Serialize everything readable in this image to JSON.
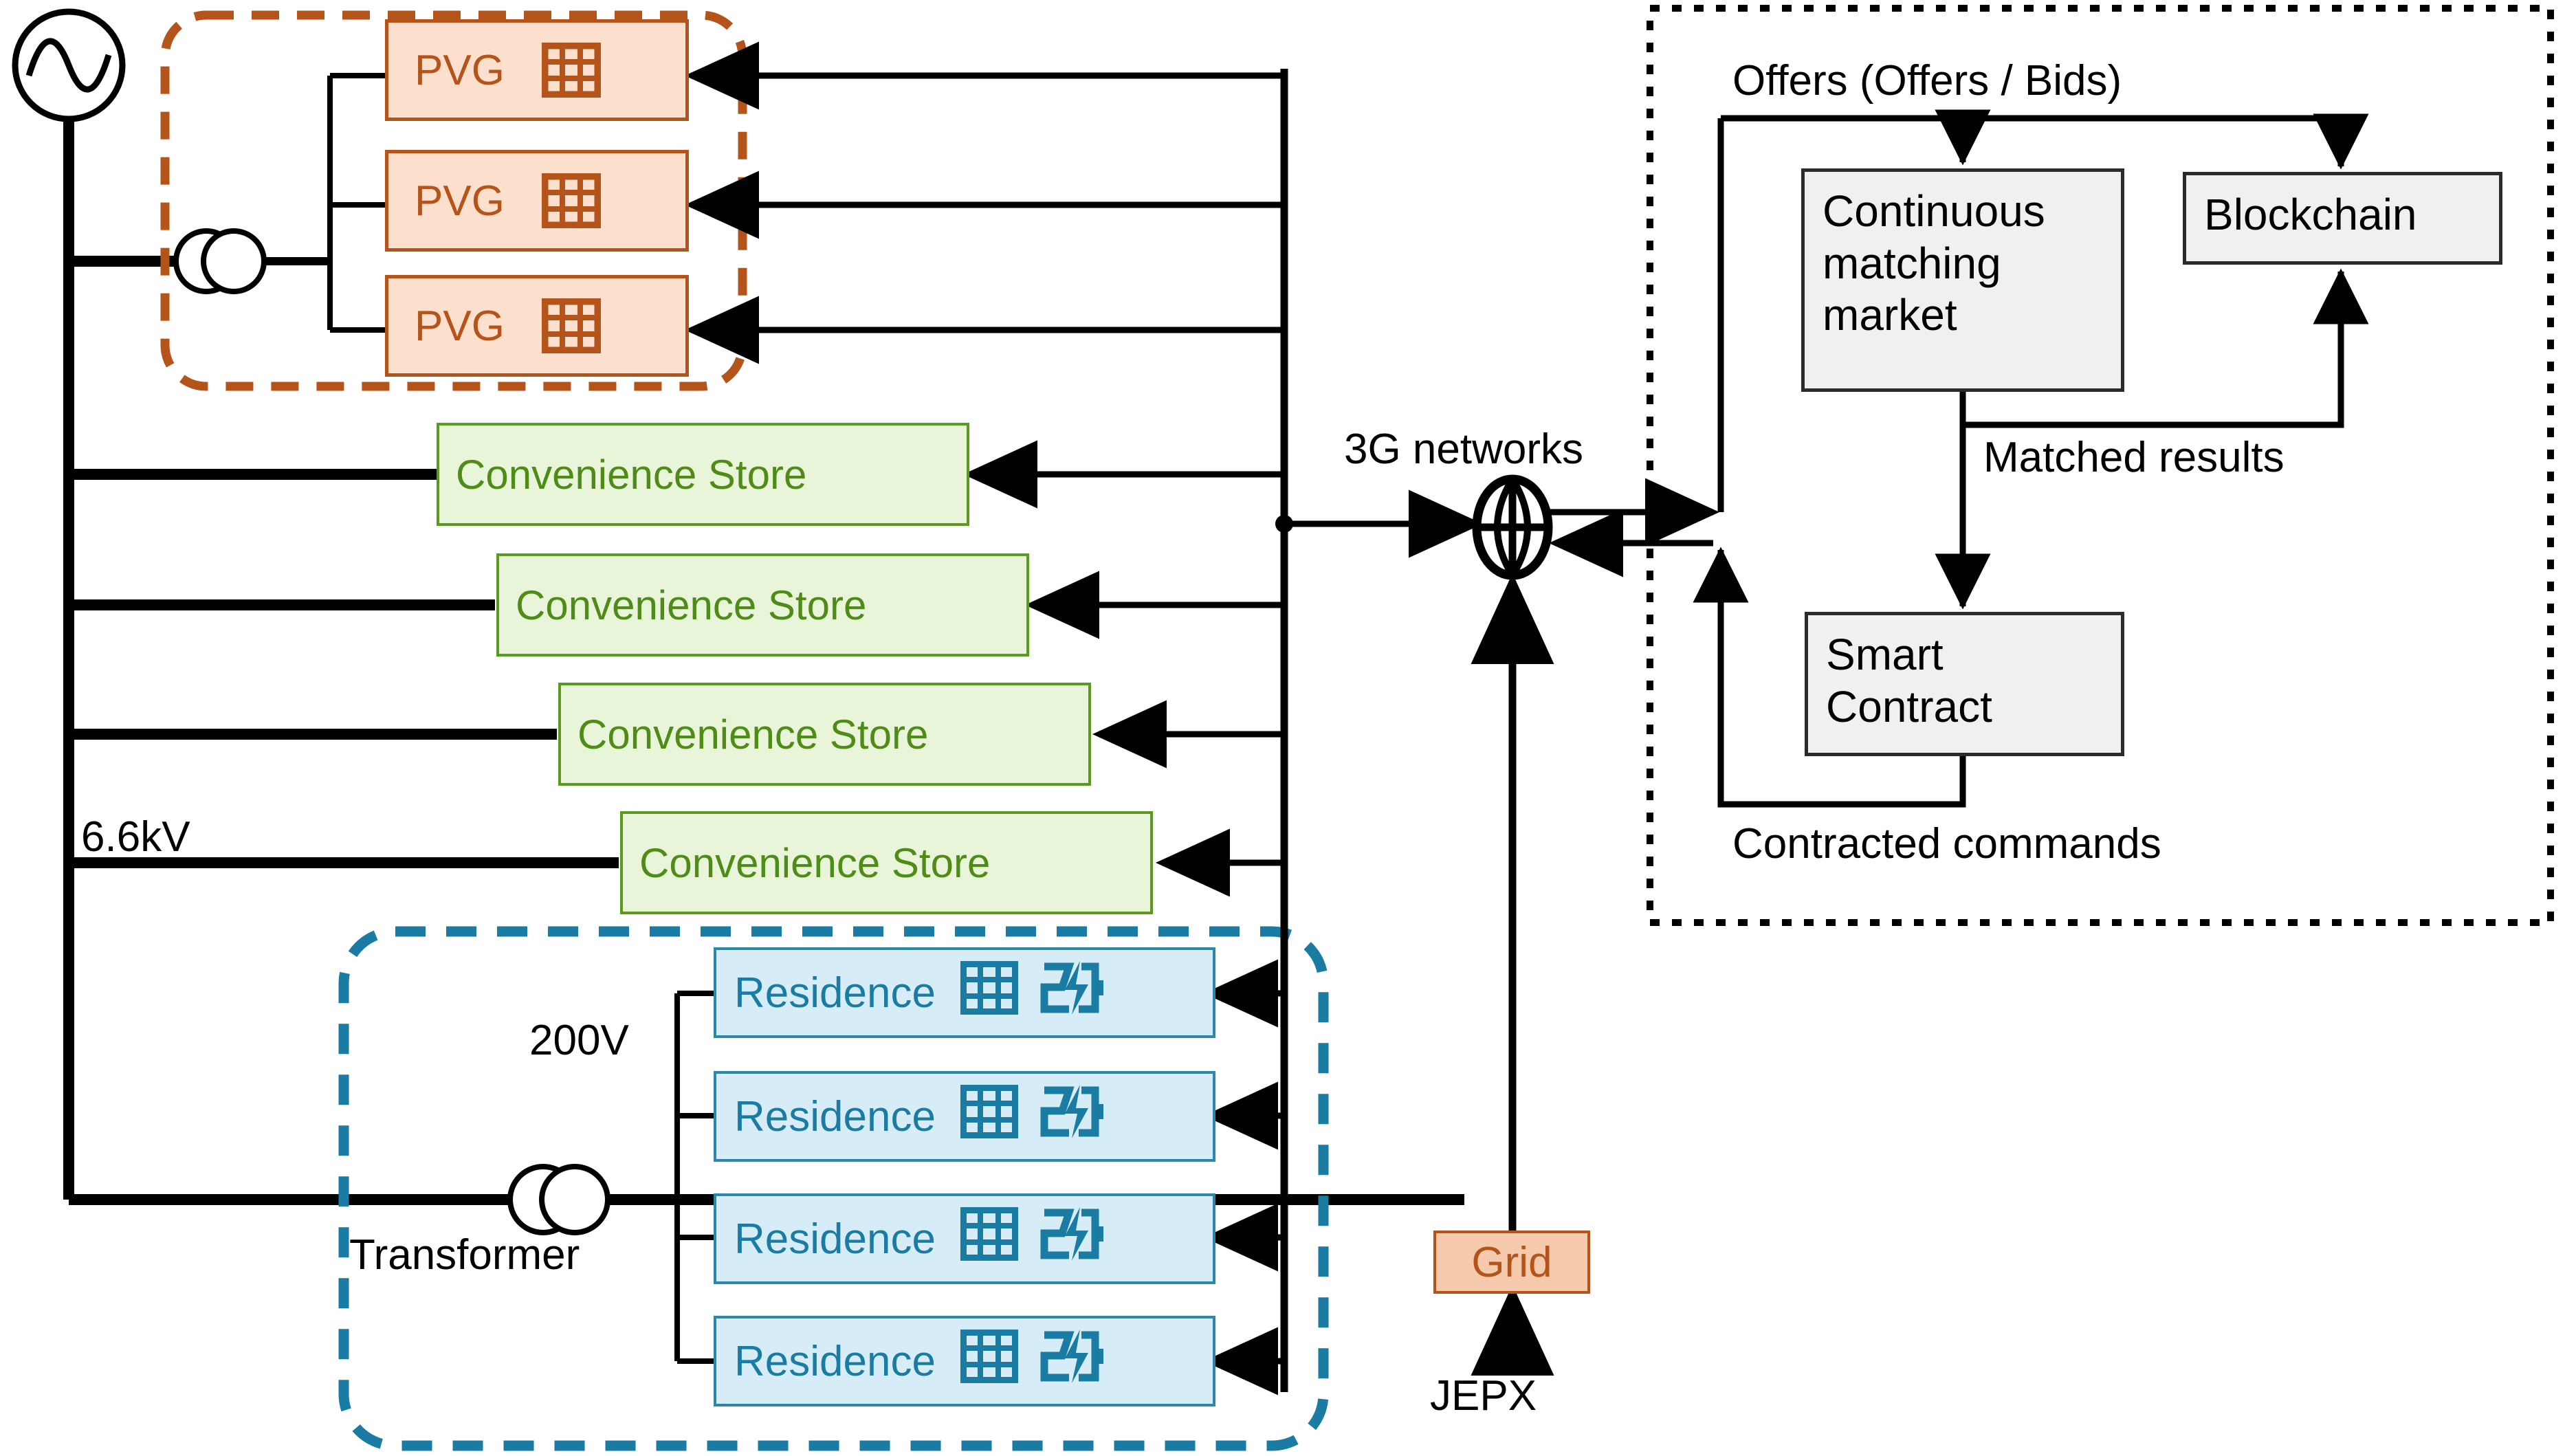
{
  "colors": {
    "pvg_fill": "#fce0cd",
    "pvg_stroke": "#b5541a",
    "store_fill": "#e8f5d8",
    "store_stroke": "#5b9a1e",
    "store_text": "#4e8c17",
    "res_fill": "#d6edf7",
    "res_stroke": "#2a88ae",
    "res_text": "#1a7ba3",
    "grid_fill": "#f4c9ac",
    "grid_stroke": "#b5541a",
    "box_fill": "#eff0ef",
    "box_stroke": "#2b2b2b",
    "wire": "#000000",
    "pv_group_border": "#b5541a",
    "res_group_border": "#1a7ba3"
  },
  "distribution": {
    "source_icon": "ac-source-icon",
    "voltage_hv_label": "6.6kV",
    "voltage_lv_label": "200V",
    "transformer_label": "Transformer",
    "transformer_icon": "transformer-icon"
  },
  "pv_group": {
    "units": [
      {
        "label": "PVG",
        "icon": "solar-panel-icon"
      },
      {
        "label": "PVG",
        "icon": "solar-panel-icon"
      },
      {
        "label": "PVG",
        "icon": "solar-panel-icon"
      }
    ]
  },
  "stores": [
    {
      "label": "Convenience Store"
    },
    {
      "label": "Convenience Store"
    },
    {
      "label": "Convenience Store"
    },
    {
      "label": "Convenience Store"
    }
  ],
  "residences": [
    {
      "label": "Residence",
      "icons": [
        "solar-panel-icon",
        "battery-charge-icon"
      ]
    },
    {
      "label": "Residence",
      "icons": [
        "solar-panel-icon",
        "battery-charge-icon"
      ]
    },
    {
      "label": "Residence",
      "icons": [
        "solar-panel-icon",
        "battery-charge-icon"
      ]
    },
    {
      "label": "Residence",
      "icons": [
        "solar-panel-icon",
        "battery-charge-icon"
      ]
    }
  ],
  "network": {
    "label": "3G networks",
    "icon": "globe-icon"
  },
  "grid": {
    "label": "Grid",
    "source_label": "JEPX"
  },
  "market": {
    "offers_label": "Offers (Offers / Bids)",
    "matched_label": "Matched results",
    "contracted_label": "Contracted commands",
    "continuous_market_label": "Continuous matching market",
    "blockchain_label": "Blockchain",
    "smart_contract_label": "Smart Contract"
  }
}
